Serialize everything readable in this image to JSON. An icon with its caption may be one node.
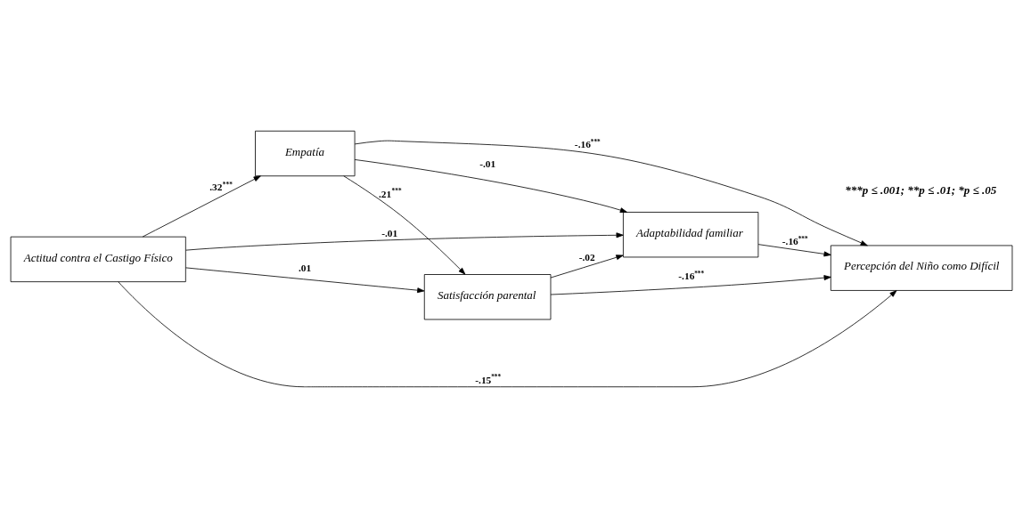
{
  "diagram": {
    "nodes": [
      {
        "text": [
          "Empatía"
        ]
      },
      {
        "text": [
          "Satisfacción parental"
        ]
      },
      {
        "text": [
          "Adaptabilidad familiar"
        ]
      },
      {
        "text": [
          "Actitud contra el Castigo Físico"
        ]
      },
      {
        "text": [
          "Percepción del Niño como Difícil"
        ]
      }
    ],
    "edges": [
      {
        "from": 0,
        "to": 2,
        "arrow": "to",
        "label": "-.01"
      },
      {
        "from": 0,
        "to": 1,
        "arrow": "to",
        "label": ".21$^{***}$"
      },
      {
        "from": 1,
        "to": 2,
        "arrow": "to",
        "label": "-.02"
      },
      {
        "from": 3,
        "to": 0,
        "arrow": "to",
        "label": ".32$^{***}$"
      },
      {
        "from": 3,
        "to": 1,
        "arrow": "to",
        "label": ".01"
      },
      {
        "from": 3,
        "to": 2,
        "arrow": "to",
        "label": "-.01"
      },
      {
        "from": 0,
        "to": 4,
        "arrow": "to",
        "label": "-.16$^{***}$"
      },
      {
        "from": 1,
        "to": 4,
        "arrow": "to",
        "label": "-.16$^{***}$"
      },
      {
        "from": 2,
        "to": 4,
        "arrow": "to",
        "label": "-.16$^{***}$"
      },
      {
        "from": 3,
        "to": 4,
        "arrow": "to",
        "label": "-.15$^{***}$"
      }
    ],
    "labels": [
      "***p ≤ .001; **p ≤ .01; *p ≤ .05"
    ]
  }
}
